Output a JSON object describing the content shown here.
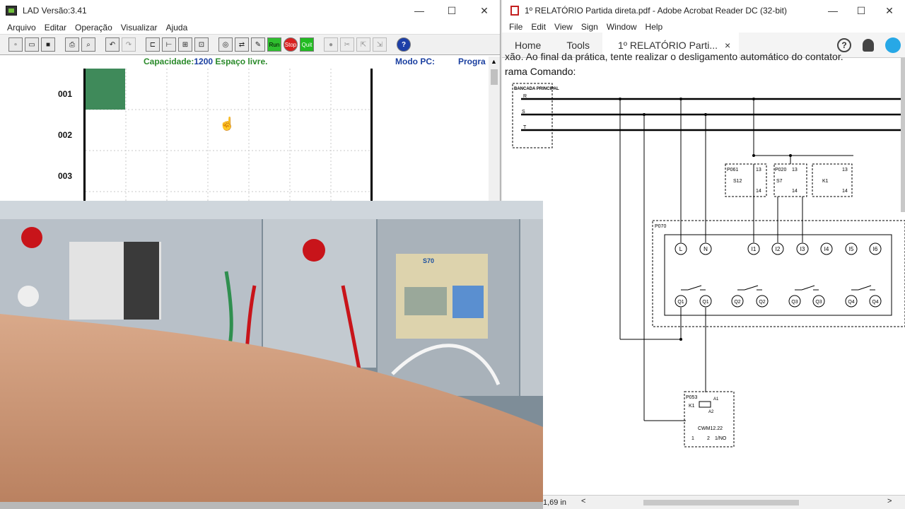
{
  "lad": {
    "title": "LAD Versão:3.41",
    "menu": [
      "Arquivo",
      "Editar",
      "Operação",
      "Visualizar",
      "Ajuda"
    ],
    "toolbar_labels": {
      "run": "Run",
      "stop": "Stop",
      "quit": "Quit",
      "help": "?"
    },
    "status": {
      "capacity_label": "Capacidade:",
      "capacity_value": "1200",
      "free_label": "Espaço livre.",
      "mode_label": "Modo PC:",
      "mode_value": "Progra"
    },
    "rungs": [
      "001",
      "002",
      "003"
    ]
  },
  "acrobat": {
    "title": "1º RELATÓRIO Partida direta.pdf - Adobe Acrobat Reader DC (32-bit)",
    "menu": [
      "File",
      "Edit",
      "View",
      "Sign",
      "Window",
      "Help"
    ],
    "tabs": {
      "home": "Home",
      "tools": "Tools",
      "document": "1º RELATÓRIO Parti...",
      "close": "×"
    },
    "help_icon": "?",
    "text_line1": "xão. Ao final da prática, tente realizar o desligamento automático do contator.",
    "text_line2": "rama Comando:",
    "diagram": {
      "bancada": "BANCADA PRINCIPAL",
      "phases": [
        "R",
        "S",
        "T"
      ],
      "modules": [
        {
          "code": "P061",
          "label": "S12",
          "top": "13",
          "bottom": "14"
        },
        {
          "code": "P020",
          "label": "S7",
          "top": "13",
          "bottom": "14"
        },
        {
          "code": "",
          "label": "K1",
          "top": "13",
          "bottom": "14"
        }
      ],
      "plc_code": "P070",
      "plc_inputs": [
        "L",
        "N",
        "I1",
        "I2",
        "I3",
        "I4",
        "I5",
        "I6"
      ],
      "plc_outputs": [
        "Q1",
        "Q1",
        "Q2",
        "Q2",
        "Q3",
        "Q3",
        "Q4",
        "Q4"
      ],
      "coil_code": "P053",
      "coil_label": "K1",
      "coil_a1": "A1",
      "coil_a2": "A2",
      "contactor_model": "CWM12.22",
      "contactor_contacts": "1/NO",
      "contactor_terminals": [
        "1",
        "2"
      ]
    },
    "page_size": "1,69 in",
    "scroll_left": "<",
    "scroll_right": ">"
  },
  "webcam": {
    "panel_label": "S70"
  }
}
